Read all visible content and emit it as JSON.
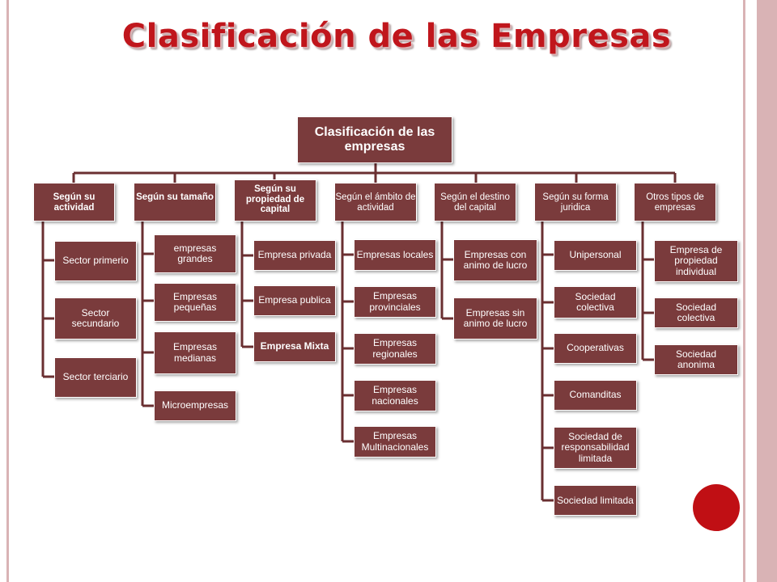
{
  "title": "Clasificación de las Empresas",
  "diagram": {
    "root": "Clasificación de las empresas",
    "categories": [
      {
        "label": "Según su actividad",
        "items": [
          "Sector primerio",
          "Sector secundario",
          "Sector terciario"
        ]
      },
      {
        "label": "Según su tamaño",
        "items": [
          "empresas grandes",
          "Empresas pequeñas",
          "Empresas medianas",
          "Microempresas"
        ]
      },
      {
        "label": "Según su propiedad de capital",
        "items": [
          "Empresa privada",
          "Empresa publica",
          "Empresa Mixta"
        ]
      },
      {
        "label": "Según el ámbito de actividad",
        "items": [
          "Empresas locales",
          "Empresas provinciales",
          "Empresas regionales",
          "Empresas nacionales",
          "Empresas Multinacionales"
        ]
      },
      {
        "label": "Según el destino del capital",
        "items": [
          "Empresas con animo de lucro",
          "Empresas sin animo de lucro"
        ]
      },
      {
        "label": "Según su forma juridica",
        "items": [
          "Unipersonal",
          "Sociedad colectiva",
          "Cooperativas",
          "Comanditas",
          "Sociedad de responsabilidad limitada",
          "Sociedad limitada"
        ]
      },
      {
        "label": "Otros tipos de empresas",
        "items": [
          "Empresa de propiedad individual",
          "Sociedad colectiva",
          "Sociedad anonima"
        ]
      }
    ]
  },
  "colors": {
    "title": "#c0161c",
    "box": "#7a3b3c",
    "connector": "#6a2f31",
    "frame": "#d9b3b5",
    "dot": "#c00f14"
  }
}
